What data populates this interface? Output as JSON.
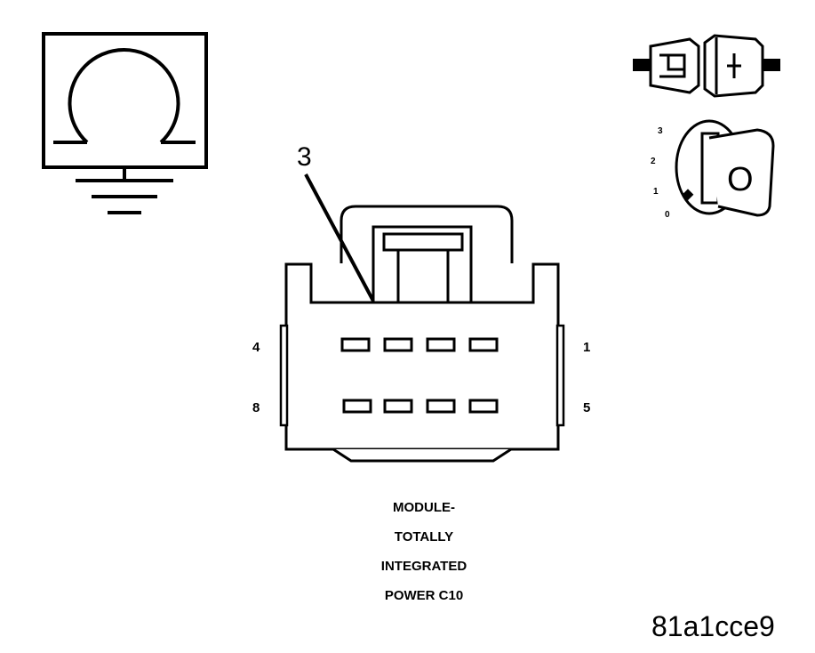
{
  "callout": {
    "label": "3"
  },
  "connector": {
    "pin_labels": {
      "top_left": "4",
      "top_right": "1",
      "bottom_left": "8",
      "bottom_right": "5"
    }
  },
  "ignition_icon": {
    "positions": [
      "3",
      "2",
      "1",
      "0"
    ],
    "key_label": "O"
  },
  "caption": {
    "lines": [
      "MODULE-",
      "TOTALLY",
      "INTEGRATED",
      "POWER C10"
    ]
  },
  "figure_id": "81a1cce9",
  "icons": [
    "ohmmeter-ground-icon",
    "connector-disconnect-icon",
    "ignition-key-icon"
  ]
}
